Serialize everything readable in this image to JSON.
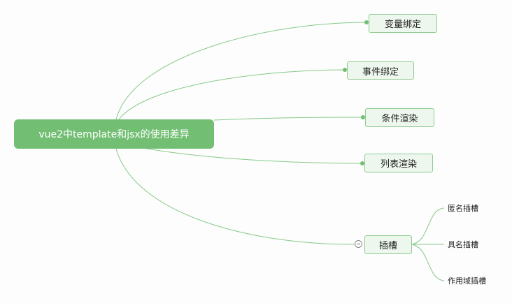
{
  "root": {
    "label": "vue2中template和jsx的使用差异"
  },
  "branches": [
    {
      "label": "变量绑定"
    },
    {
      "label": "事件绑定"
    },
    {
      "label": "条件渲染"
    },
    {
      "label": "列表渲染"
    },
    {
      "label": "插槽",
      "collapsed": false,
      "children": [
        {
          "label": "匿名插槽"
        },
        {
          "label": "具名插槽"
        },
        {
          "label": "作用域插槽"
        }
      ]
    }
  ],
  "colors": {
    "root_fill": "#72bf74",
    "node_fill": "#eef7ee",
    "node_border": "#8fcb90",
    "edge": "#88c98a",
    "background": "#fcfdfc"
  }
}
